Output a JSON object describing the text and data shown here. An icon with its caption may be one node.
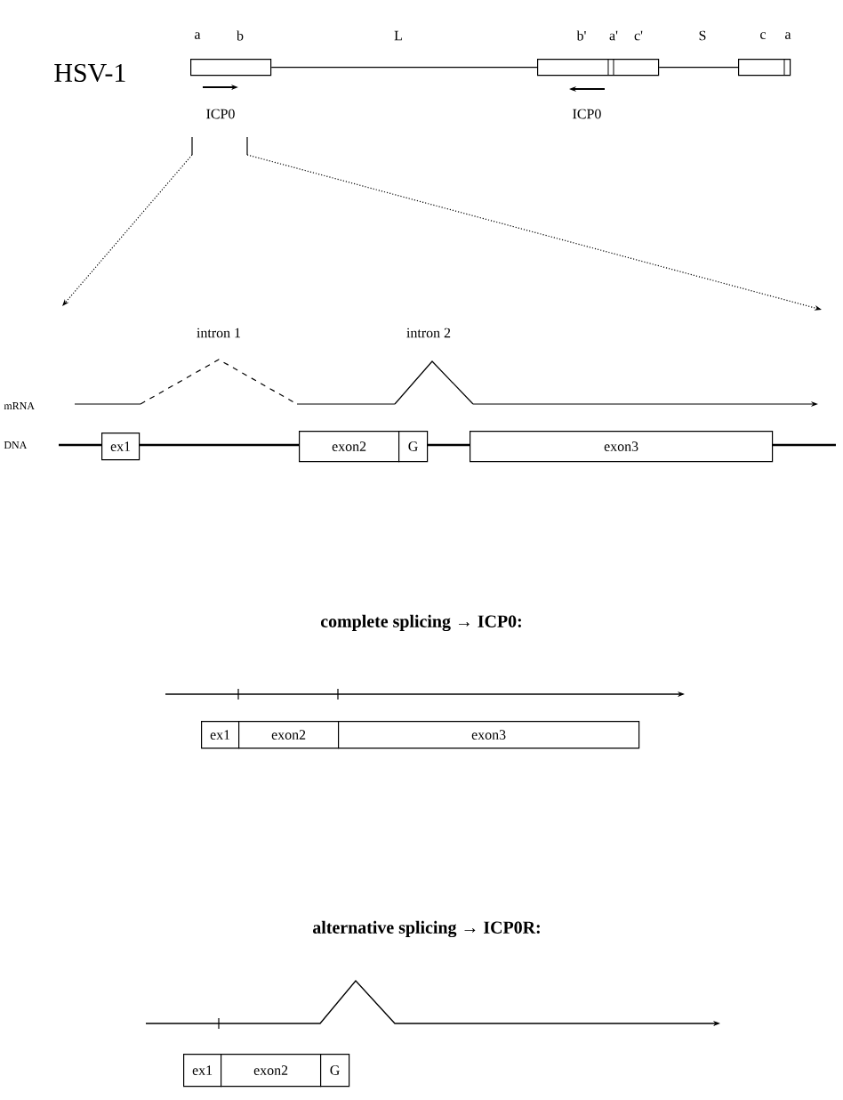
{
  "diagram": {
    "nodes": [
      {
        "text": [],
        "shape": "box"
      },
      {
        "text": [],
        "shape": "box"
      },
      {
        "text": [],
        "shape": "box"
      },
      {
        "text": [
          "ex1"
        ]
      },
      {
        "text": [
          "exon2"
        ]
      },
      {
        "text": [
          "G"
        ]
      },
      {
        "text": [
          "exon3"
        ]
      },
      {
        "text": [
          "ex1"
        ]
      },
      {
        "text": [
          "exon2"
        ]
      },
      {
        "text": [
          "exon3"
        ]
      },
      {
        "text": [
          "ex1"
        ]
      },
      {
        "text": [
          "exon2"
        ]
      },
      {
        "text": [
          "G"
        ]
      }
    ],
    "edges": [
      {
        "from": 0,
        "to": 1,
        "arrow": "none"
      },
      {
        "from": 1,
        "to": 2,
        "arrow": "none"
      }
    ],
    "labels": [
      "a",
      "b",
      "L",
      "b'",
      "a'",
      "c'",
      "S",
      "c",
      "a",
      "HSV-1",
      "ICP0",
      "ICP0",
      "intron 1",
      "intron 2",
      "mRNA",
      "DNA",
      "complete splicing → ICP0:",
      "alternative splicing → ICP0R:"
    ]
  }
}
